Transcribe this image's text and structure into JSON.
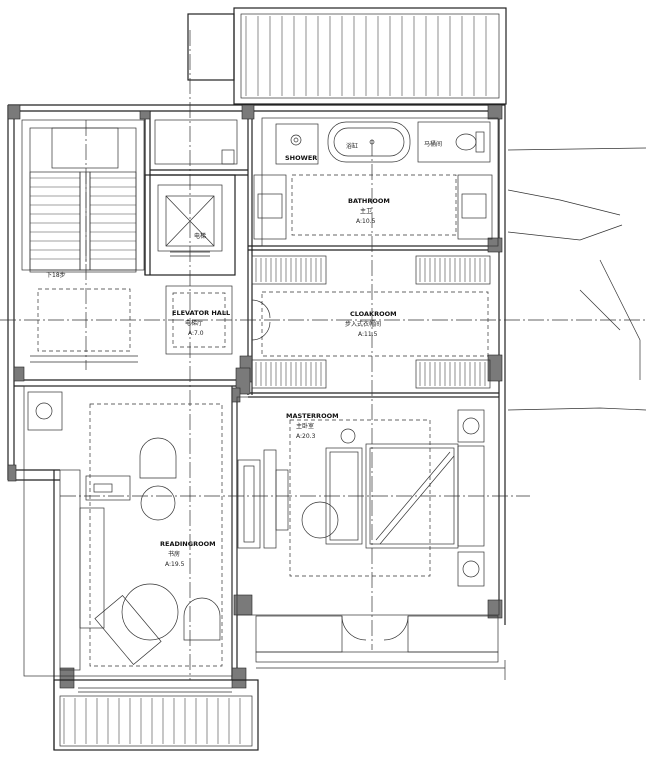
{
  "rooms": {
    "bathroom": {
      "name": "BATHROOM",
      "cn": "主卫",
      "area": "A:10.5"
    },
    "cloakroom": {
      "name": "CLOAKROOM",
      "cn": "步入式衣帽间",
      "area": "A:11.5"
    },
    "elevator": {
      "name": "ELEVATOR HALL",
      "cn": "电梯厅",
      "area": "A:7.0"
    },
    "master": {
      "name": "MASTERROOM",
      "cn": "主卧室",
      "area": "A:20.3"
    },
    "reading": {
      "name": "READINGROOM",
      "cn": "书房",
      "area": "A:19.5"
    }
  },
  "fixtures": {
    "shower": "SHOWER",
    "bathtub": "浴缸",
    "toilet": "马桶间",
    "lift": "电梯",
    "stairs_note": "下18步"
  }
}
